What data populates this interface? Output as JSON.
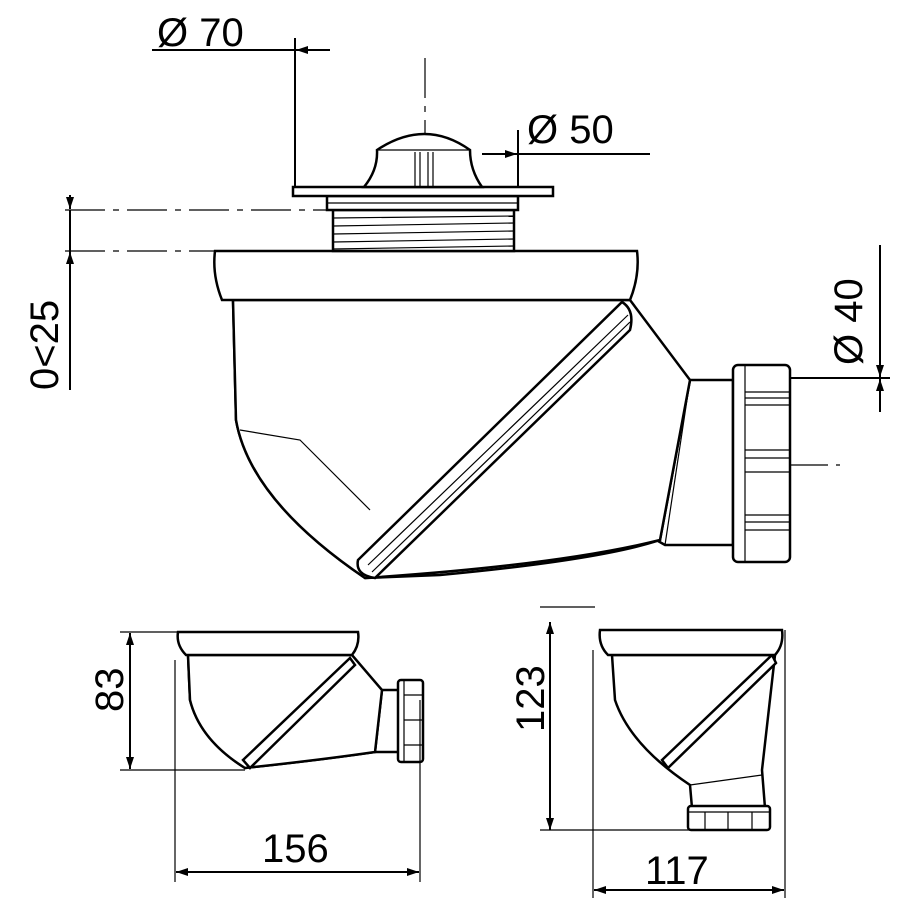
{
  "dimensions": {
    "flange_diameter": "Ø 70",
    "cap_diameter": "Ø 50",
    "adjustment_range": "0<25",
    "outlet_diameter": "Ø 40",
    "side_view_height": "83",
    "side_view_width": "156",
    "front_view_height": "123",
    "front_view_width": "117"
  },
  "colors": {
    "line": "#000000",
    "background": "#ffffff"
  }
}
